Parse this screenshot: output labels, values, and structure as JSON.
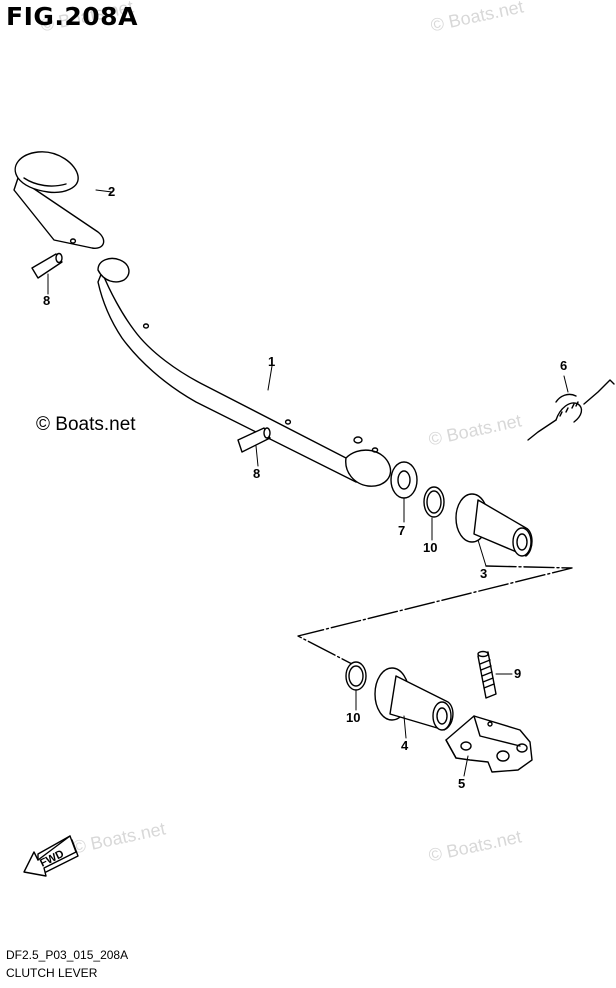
{
  "figure": {
    "title": "FIG.208A",
    "copyright": "© Boats.net",
    "code": "DF2.5_P03_015_208A",
    "name": "CLUTCH LEVER"
  },
  "watermark": {
    "text": "© Boats.net",
    "color": "#d8d8d8"
  },
  "direction_badge": "FWD",
  "callouts": {
    "c1": "1",
    "c2": "2",
    "c3": "3",
    "c4": "4",
    "c5": "5",
    "c6": "6",
    "c7": "7",
    "c8a": "8",
    "c8b": "8",
    "c9": "9",
    "c10a": "10",
    "c10b": "10"
  }
}
